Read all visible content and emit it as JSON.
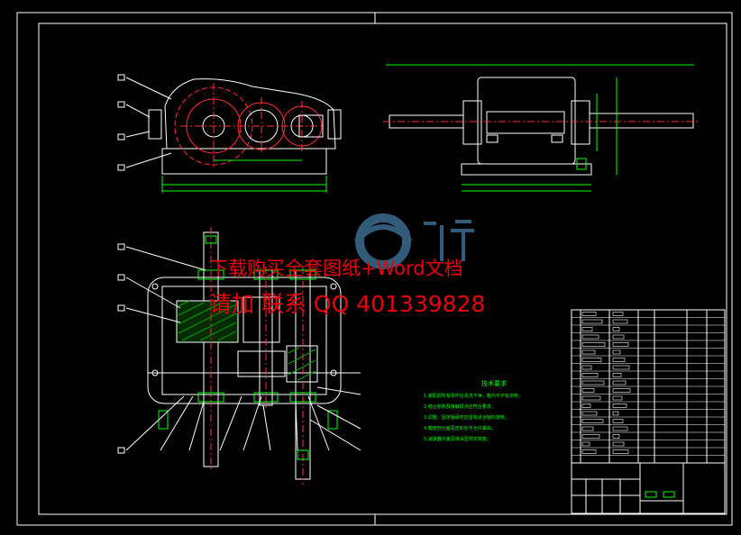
{
  "watermark": {
    "line1": "下载购买全套图纸+Word文档",
    "line2": "请加 联系 QQ 401339828"
  },
  "tech_notes": {
    "title": "技术要求",
    "lines": [
      "1.装配前所有零件应清洗干净，箱内不许有杂物；",
      "2.啮合侧隙及接触斑点应符合要求；",
      "3.调整、固定轴承时应留有适当轴向游隙；",
      "4.箱体剖分面及密封处不允许漏油；",
      "5.减速器内装润滑油至规定高度；"
    ]
  },
  "colors": {
    "background": "#000000",
    "outline": "#ffffff",
    "dimension": "#00ff00",
    "centerline": "#ff0000",
    "watermark_text": "#e8000b",
    "watermark_logo": "#3a6b8e",
    "hatch": "#00a000"
  }
}
